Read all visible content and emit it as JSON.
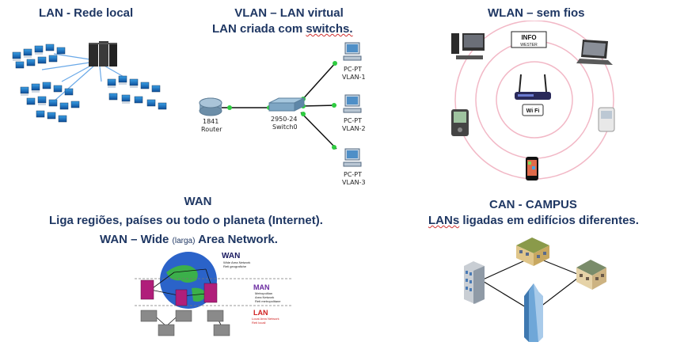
{
  "lan": {
    "title": "LAN - Rede local"
  },
  "vlan": {
    "title": "VLAN – LAN virtual",
    "subtitle_pre": "LAN criada com ",
    "subtitle_word": "switchs.",
    "router_model": "1841",
    "router_label": "Router",
    "switch_model": "2950-24",
    "switch_label": "Switch0",
    "pcs": [
      {
        "type": "PC-PT",
        "vlan": "VLAN-1"
      },
      {
        "type": "PC-PT",
        "vlan": "VLAN-2"
      },
      {
        "type": "PC-PT",
        "vlan": "VLAN-3"
      }
    ]
  },
  "wlan": {
    "title": "WLAN – sem fios",
    "logo_line1": "INFO",
    "logo_line2": "WESTER",
    "wifi_badge": "Wi Fi"
  },
  "wan": {
    "title": "WAN",
    "line1": "Liga regiões, países ou todo o planeta (Internet).",
    "line2_pre": "WAN – Wide ",
    "line2_small": "(larga)",
    "line2_post": " Area Network.",
    "fig": {
      "wan_label": "WAN",
      "wan_desc1": "Wide Area Network",
      "wan_desc2": "Reti geografiche",
      "man_label": "MAN",
      "man_desc1": "Metropolitan",
      "man_desc2": "Area Network",
      "man_desc3": "Reti metropolitane",
      "lan_label": "LAN",
      "lan_desc1": "Local Area Network",
      "lan_desc2": "Reti locali"
    }
  },
  "can": {
    "title": "CAN - CAMPUS",
    "subtitle_word": "LANs",
    "subtitle_rest": " ligadas em edifícios diferentes."
  },
  "colors": {
    "heading": "#1f3763",
    "link_green": "#2ecc40",
    "ring_pink": "#f2b8c6"
  }
}
